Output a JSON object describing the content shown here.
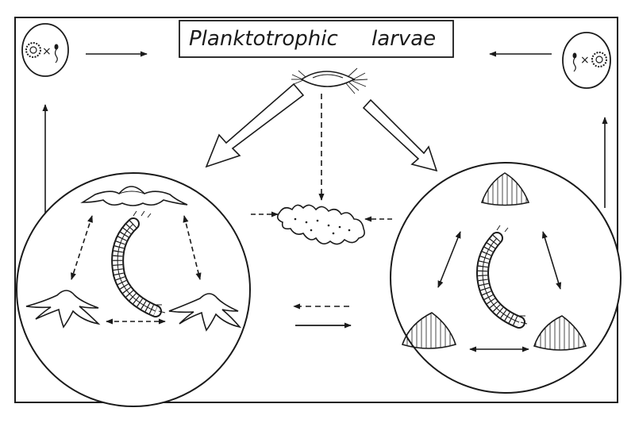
{
  "title": {
    "word1": "Planktotrophic",
    "word2": "larvae"
  },
  "colors": {
    "ink": "#1a1a1a",
    "background": "#ffffff"
  },
  "icons": {
    "left_gametes": [
      "egg-icon",
      "cross-symbol",
      "sperm-icon"
    ],
    "right_gametes": [
      "sperm-icon",
      "cross-symbol",
      "egg-icon"
    ],
    "top_center": "ciliated-larva-icon",
    "center": "polyp-colony-icon",
    "left_circle": [
      "medusa-icon",
      "medusa-icon",
      "medusa-icon",
      "annelid-worm-icon"
    ],
    "right_circle": [
      "scallop-shell-icon",
      "scallop-shell-icon",
      "scallop-shell-icon",
      "annelid-worm-icon"
    ]
  },
  "cross_symbol": "×"
}
